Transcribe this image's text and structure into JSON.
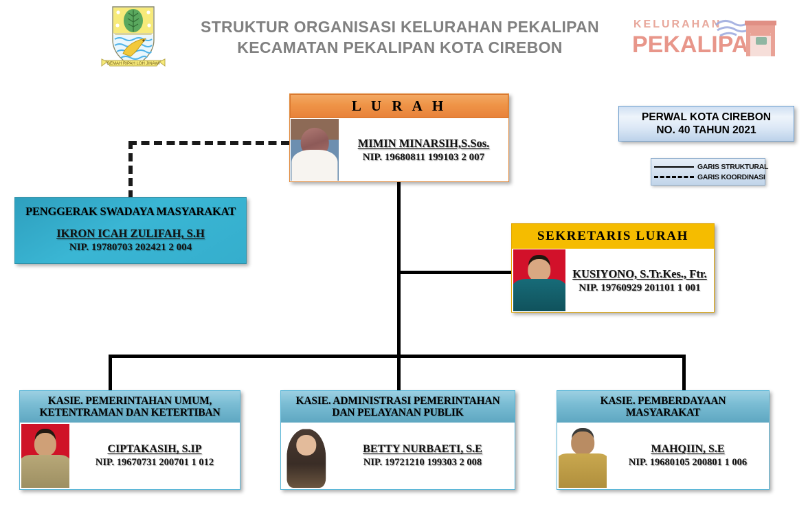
{
  "header": {
    "title_line1": "STRUKTUR ORGANISASI KELURAHAN PEKALIPAN",
    "title_line2": "KECAMATAN PEKALIPAN KOTA CIREBON",
    "left_logo_name": "lambang-kota-cirebon",
    "left_logo_motto": "GEMAH RIPAH LOH JINAWI",
    "right_logo_line1": "KELURAHAN",
    "right_logo_line2": "PEKALIPA",
    "right_logo_name": "logo-kelurahan-pekalipan"
  },
  "regulation": {
    "line1": "PERWAL KOTA CIREBON",
    "line2": "NO. 40 TAHUN 2021"
  },
  "legend": {
    "structural_label": "GARIS STRUKTURAL",
    "coordination_label": "GARIS KOORDINASI"
  },
  "nodes": {
    "lurah": {
      "title": "L U R A H",
      "name": "MIMIN MINARSIH,S.Sos.",
      "nip": "NIP. 19680811 199103 2 007",
      "photo_name": "photo-mimin-minarsih"
    },
    "penggerak": {
      "title": "PENGGERAK SWADAYA MASYARAKAT",
      "name": "IKRON ICAH ZULIFAH, S.H",
      "nip": "NIP. 19780703 202421 2 004"
    },
    "sekretaris": {
      "title": "SEKRETARIS LURAH",
      "name": "KUSIYONO, S.Tr.Kes., Ftr.",
      "nip": "NIP. 19760929 201101 1 001",
      "photo_name": "photo-kusiyono"
    },
    "kasie": [
      {
        "title_line1": "KASIE. PEMERINTAHAN UMUM,",
        "title_line2": "KETENTRAMAN DAN KETERTIBAN",
        "name": "CIPTAKASIH, S.IP",
        "nip": "NIP. 19670731 200701 1 012",
        "photo_name": "photo-ciptakasih"
      },
      {
        "title_line1": "KASIE. ADMINISTRASI PEMERINTAHAN",
        "title_line2": "DAN PELAYANAN PUBLIK",
        "name": "BETTY NURBAETI, S.E",
        "nip": "NIP. 19721210 199303 2 008",
        "photo_name": "photo-betty-nurbaeti"
      },
      {
        "title_line1": "KASIE. PEMBERDAYAAN",
        "title_line2": "MASYARAKAT",
        "name": "MAHQIIN, S.E",
        "nip": "NIP. 19680105 200801 1 006",
        "photo_name": "photo-mahqiin"
      }
    ]
  },
  "colors": {
    "lurah_header": "#ef9548",
    "sekretaris_header": "#f5bc00",
    "kasie_header": "#7bbdd4",
    "penggerak_box": "#35aecd",
    "perwal_box": "#dce8f6",
    "title_text": "#808080",
    "line": "#000000"
  }
}
